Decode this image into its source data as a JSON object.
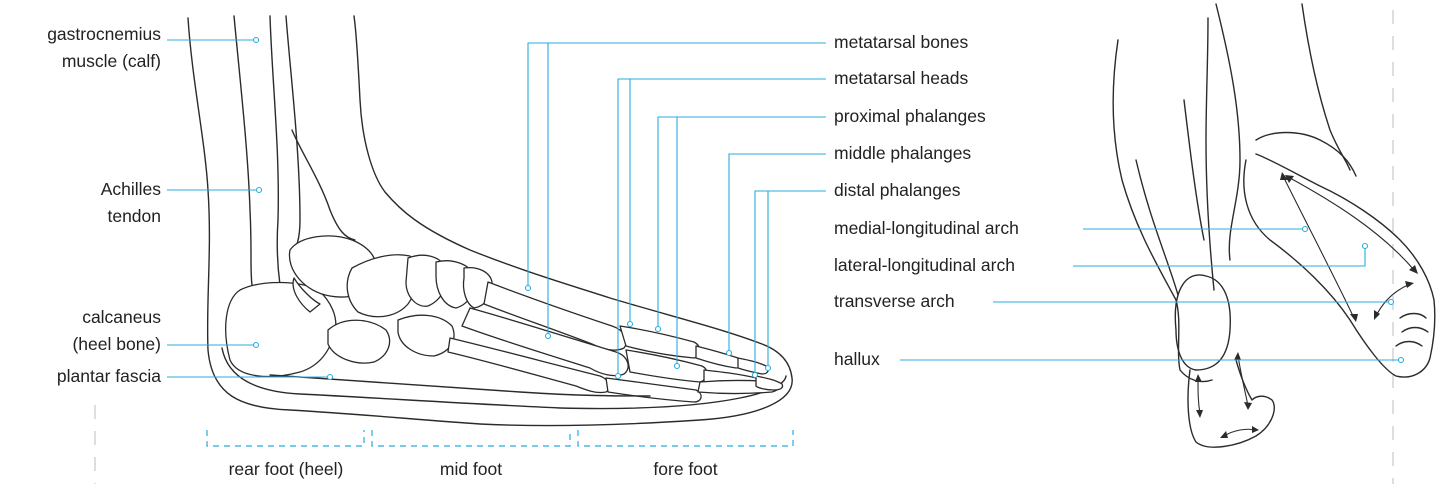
{
  "labels_left": {
    "gastrocnemius": [
      "gastrocnemius",
      "muscle (calf)"
    ],
    "achilles": [
      "Achilles",
      "tendon"
    ],
    "calcaneus": [
      "calcaneus",
      "(heel bone)"
    ],
    "plantar_fascia": "plantar fascia"
  },
  "labels_right": {
    "metatarsal_bones": "metatarsal bones",
    "metatarsal_heads": "metatarsal heads",
    "proximal_phalanges": "proximal phalanges",
    "middle_phalanges": "middle phalanges",
    "distal_phalanges": "distal phalanges",
    "medial_arch": "medial-longitudinal arch",
    "lateral_arch": "lateral-longitudinal arch",
    "transverse_arch": "transverse arch",
    "hallux": "hallux"
  },
  "regions": {
    "rear": "rear foot (heel)",
    "mid": "mid foot",
    "fore": "fore foot"
  },
  "colors": {
    "leader": "#29abe2",
    "outline": "#2b2b2b",
    "divider": "#c8c8c8"
  }
}
